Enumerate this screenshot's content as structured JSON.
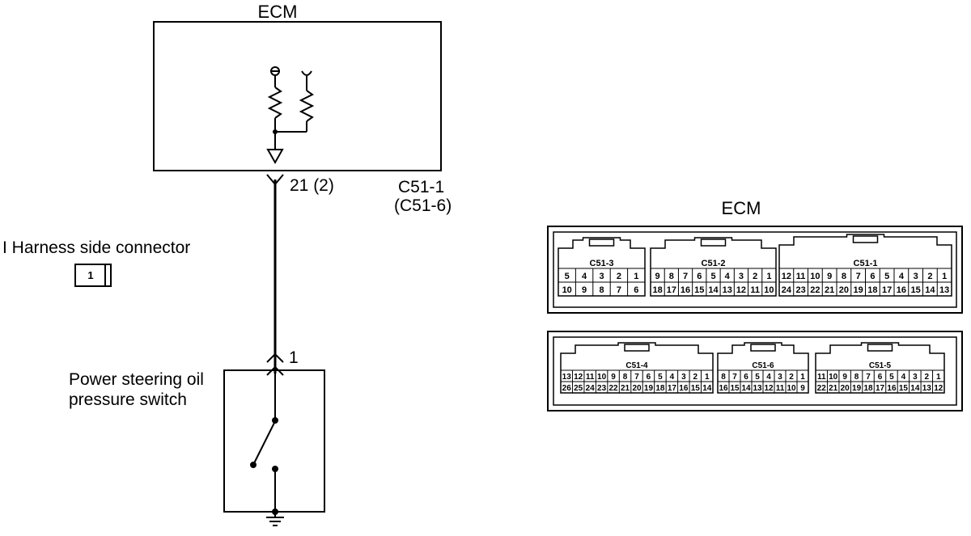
{
  "ecm_block": {
    "title": "ECM",
    "pin_label": "21 (2)",
    "connector_line1": "C51-1",
    "connector_line2": "(C51-6)"
  },
  "harness": {
    "label": "I Harness side connector",
    "pin": "1"
  },
  "switch": {
    "label_line1": "Power steering oil",
    "label_line2": "pressure switch",
    "pin": "1"
  },
  "ecm_connectors": {
    "title": "ECM",
    "upper": [
      {
        "name": "C51-3",
        "row1": [
          "5",
          "4",
          "3",
          "2",
          "1"
        ],
        "row2": [
          "10",
          "9",
          "8",
          "7",
          "6"
        ]
      },
      {
        "name": "C51-2",
        "row1": [
          "9",
          "8",
          "7",
          "6",
          "5",
          "4",
          "3",
          "2",
          "1"
        ],
        "row2": [
          "18",
          "17",
          "16",
          "15",
          "14",
          "13",
          "12",
          "11",
          "10"
        ]
      },
      {
        "name": "C51-1",
        "row1": [
          "12",
          "11",
          "10",
          "9",
          "8",
          "7",
          "6",
          "5",
          "4",
          "3",
          "2",
          "1"
        ],
        "row2": [
          "24",
          "23",
          "22",
          "21",
          "20",
          "19",
          "18",
          "17",
          "16",
          "15",
          "14",
          "13"
        ]
      }
    ],
    "lower": [
      {
        "name": "C51-4",
        "row1": [
          "13",
          "12",
          "11",
          "10",
          "9",
          "8",
          "7",
          "6",
          "5",
          "4",
          "3",
          "2",
          "1"
        ],
        "row2": [
          "26",
          "25",
          "24",
          "23",
          "22",
          "21",
          "20",
          "19",
          "18",
          "17",
          "16",
          "15",
          "14"
        ]
      },
      {
        "name": "C51-6",
        "row1": [
          "8",
          "7",
          "6",
          "5",
          "4",
          "3",
          "2",
          "1"
        ],
        "row2": [
          "16",
          "15",
          "14",
          "13",
          "12",
          "11",
          "10",
          "9"
        ]
      },
      {
        "name": "C51-5",
        "row1": [
          "11",
          "10",
          "9",
          "8",
          "7",
          "6",
          "5",
          "4",
          "3",
          "2",
          "1"
        ],
        "row2": [
          "22",
          "21",
          "20",
          "19",
          "18",
          "17",
          "16",
          "15",
          "14",
          "13",
          "12"
        ]
      }
    ]
  }
}
